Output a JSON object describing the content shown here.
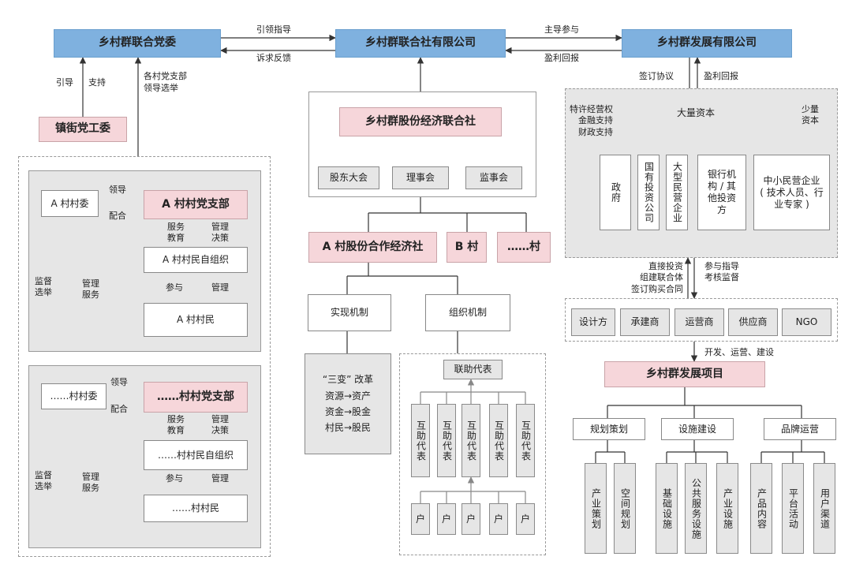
{
  "top": {
    "committee": "乡村群联合党委",
    "company": "乡村群联合社有限公司",
    "dev_company": "乡村群发展有限公司",
    "town_committee": "镇街党工委"
  },
  "flows": {
    "guide_direct": "引领指导",
    "appeal_feedback": "诉求反馈",
    "lead_participate": "主导参与",
    "profit_return": "盈利回报",
    "guide": "引导",
    "support": "支持",
    "village_branches_line1": "各村党支部",
    "village_branches_line2": "领导选举",
    "sign_agreement": "签订协议",
    "profit_return2": "盈利回报"
  },
  "left": {
    "panel_a": {
      "committee": "A 村村委",
      "party_branch": "A 村村党支部",
      "self_org": "A 村村民自组织",
      "villagers": "A 村村民",
      "lead": "领导",
      "cooperate": "配合",
      "serve_educate": "服务\n教育",
      "manage_decide": "管理\n决策",
      "participate": "参与",
      "manage": "管理",
      "supervise_elect": "监督\n选举",
      "manage_serve": "管理\n服务"
    },
    "panel_b": {
      "committee": "……村村委",
      "party_branch": "……村村党支部",
      "self_org": "……村村民自组织",
      "villagers": "……村村民",
      "lead": "领导",
      "cooperate": "配合",
      "serve_educate": "服务\n教育",
      "manage_decide": "管理\n决策",
      "participate": "参与",
      "manage": "管理",
      "supervise_elect": "监督\n选举",
      "manage_serve": "管理\n服务"
    }
  },
  "middle": {
    "union": "乡村群股份经济联合社",
    "shareholders": "股东大会",
    "council": "理事会",
    "supervisors": "监事会",
    "coop_a": "A 村股份合作经济社",
    "village_b": "B 村",
    "village_more": "……村",
    "realize": "实现机制",
    "organize": "组织机制",
    "reform_lines": "“三变” 改革\n资源→资产\n资金→股金\n村民→股民",
    "joint_rep": "联助代表",
    "mutual_rep": [
      "互助代表",
      "互助代表",
      "互助代表",
      "互助代表",
      "互助代表"
    ],
    "households": [
      "户",
      "户",
      "户",
      "户",
      "户"
    ]
  },
  "right": {
    "capital_big": "大量资本",
    "capital_small": "少量\n资本",
    "side_note": "特许经营权\n金融支持\n财政支持",
    "investors": [
      "政府",
      "国有投资公司",
      "大型民营企业"
    ],
    "bank": "银行机\n构 / 其\n他投资\n方",
    "sme": "中小民营企业\n( 技术人员、行\n业专家 )",
    "invest_left": "直接投资\n组建联合体\n签订购买合同",
    "invest_right": "参与指导\n考核监督",
    "partners": [
      "设计方",
      "承建商",
      "运营商",
      "供应商",
      "NGO"
    ],
    "dev_build": "开发、运营、建设",
    "project": "乡村群发展项目",
    "categories": [
      "规划策划",
      "设施建设",
      "品牌运营"
    ],
    "leaves": [
      "产业策划",
      "空间规划",
      "基础设施",
      "公共服务设施",
      "产业设施",
      "产品内容",
      "平台活动",
      "用户渠道"
    ]
  },
  "colors": {
    "blue": "#7fb1df",
    "pink": "#f6d6da",
    "grey": "#e6e6e6",
    "line": "#333333"
  }
}
